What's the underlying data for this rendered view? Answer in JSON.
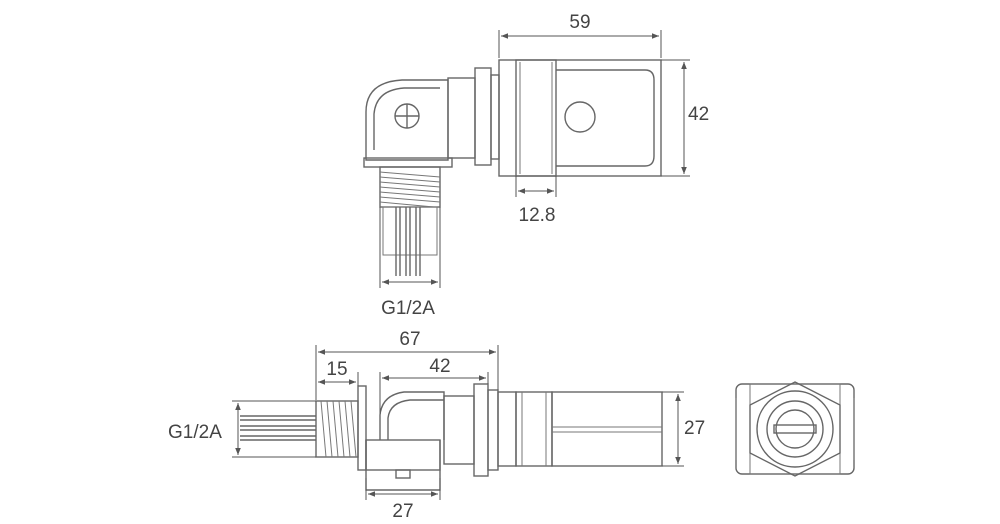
{
  "top_view": {
    "dim_width": "59",
    "dim_height": "42",
    "dim_clamp": "12.8",
    "thread_label": "G1/2A"
  },
  "side_view": {
    "dim_overall": "67",
    "dim_thread": "15",
    "dim_body": "42",
    "dim_height": "27",
    "dim_bottom": "27",
    "thread_label": "G1/2A"
  },
  "colors": {
    "line": "#666666",
    "text": "#444444",
    "background": "#ffffff"
  }
}
